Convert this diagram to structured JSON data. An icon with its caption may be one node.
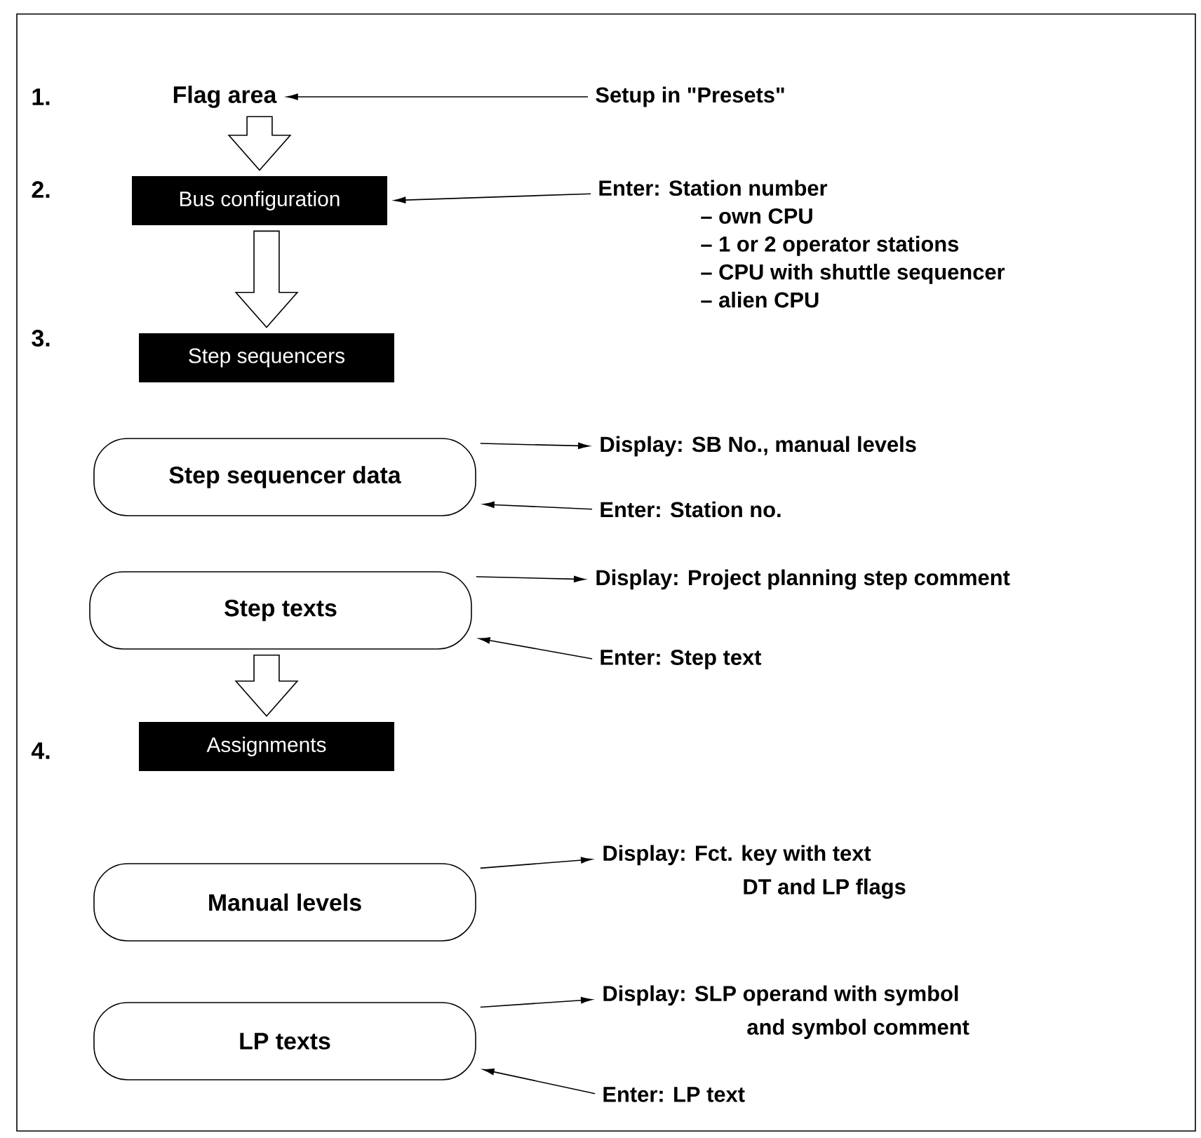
{
  "diagram": {
    "nodes": [
      {
        "text": [
          "Flag area"
        ]
      },
      {
        "text": [
          "Bus configuration"
        ]
      },
      {
        "text": [
          "Step sequencers"
        ]
      },
      {
        "text": [
          "Step sequencer data"
        ]
      },
      {
        "text": [
          "Step texts"
        ]
      },
      {
        "text": [
          "Assignments"
        ]
      },
      {
        "text": [
          "Manual levels"
        ]
      },
      {
        "text": [
          "LP texts"
        ]
      },
      {
        "text": [
          "Setup in \"Presets\""
        ]
      },
      {
        "text": [
          "Enter: Station number",
          "– own CPU",
          "– 1 or 2 operator stations",
          "– CPU with shuttle sequencer",
          "– alien CPU"
        ]
      },
      {
        "text": [
          "Display: SB No., manual levels"
        ]
      },
      {
        "text": [
          "Enter: Station no."
        ]
      },
      {
        "text": [
          "Display: Project planning step comment"
        ]
      },
      {
        "text": [
          "Enter: Step text"
        ]
      },
      {
        "text": [
          "Display: Fct. key with text",
          "DT and LP flags"
        ]
      },
      {
        "text": [
          "Display: SLP operand with symbol",
          "and symbol comment"
        ]
      },
      {
        "text": [
          "Enter: LP text"
        ]
      }
    ],
    "edges": [
      {
        "from": 0,
        "to": 1,
        "arrow": "to",
        "style": "thick"
      },
      {
        "from": 1,
        "to": 2,
        "arrow": "to",
        "style": "thick"
      },
      {
        "from": 4,
        "to": 5,
        "arrow": "to",
        "style": "thick"
      },
      {
        "from": 8,
        "to": 0,
        "arrow": "to"
      },
      {
        "from": 9,
        "to": 1,
        "arrow": "to"
      },
      {
        "from": 3,
        "to": 10,
        "arrow": "to"
      },
      {
        "from": 11,
        "to": 3,
        "arrow": "to"
      },
      {
        "from": 4,
        "to": 12,
        "arrow": "to"
      },
      {
        "from": 13,
        "to": 4,
        "arrow": "to"
      },
      {
        "from": 6,
        "to": 14,
        "arrow": "to"
      },
      {
        "from": 7,
        "to": 15,
        "arrow": "to"
      },
      {
        "from": 16,
        "to": 7,
        "arrow": "to"
      }
    ],
    "labels": [
      "1.",
      "2.",
      "3.",
      "4."
    ]
  }
}
